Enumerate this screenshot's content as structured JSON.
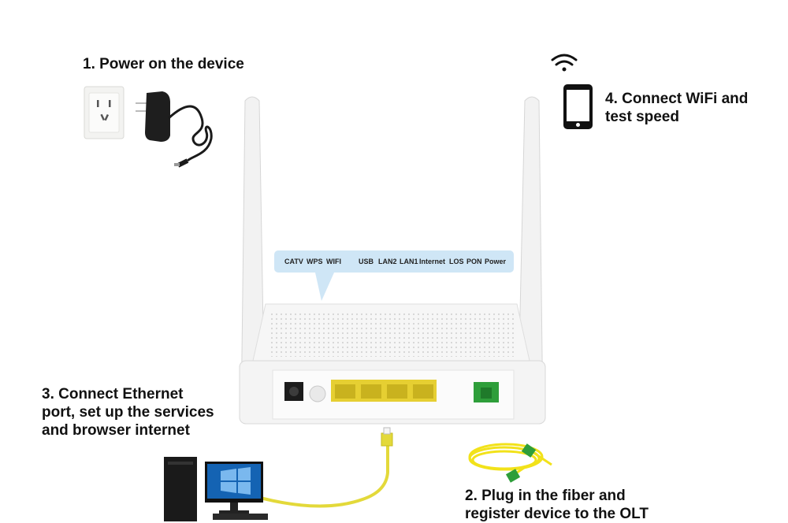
{
  "steps": {
    "power": "1. Power on the device",
    "fiber": [
      "2. Plug in the fiber and",
      "register device to the OLT"
    ],
    "ethernet": [
      "3. Connect Ethernet",
      "port, set up the services",
      "and browser internet"
    ],
    "wifi": [
      "4. Connect WiFi and",
      "test speed"
    ]
  },
  "indicators": [
    "CATV",
    "WPS",
    "WIFI",
    "USB",
    "LAN2",
    "LAN1",
    "Internet",
    "LOS",
    "PON",
    "Power"
  ],
  "colors": {
    "bubble": "#cfe6f6",
    "ethernet_cable": "#e3d93a",
    "fiber_cable": "#f2e21a",
    "fiber_connector": "#2e9e3a",
    "router_body": "#f4f4f4"
  },
  "icons": [
    "wifi-icon",
    "phone-icon",
    "power-socket-icon",
    "power-adapter-icon",
    "desktop-computer-icon"
  ]
}
